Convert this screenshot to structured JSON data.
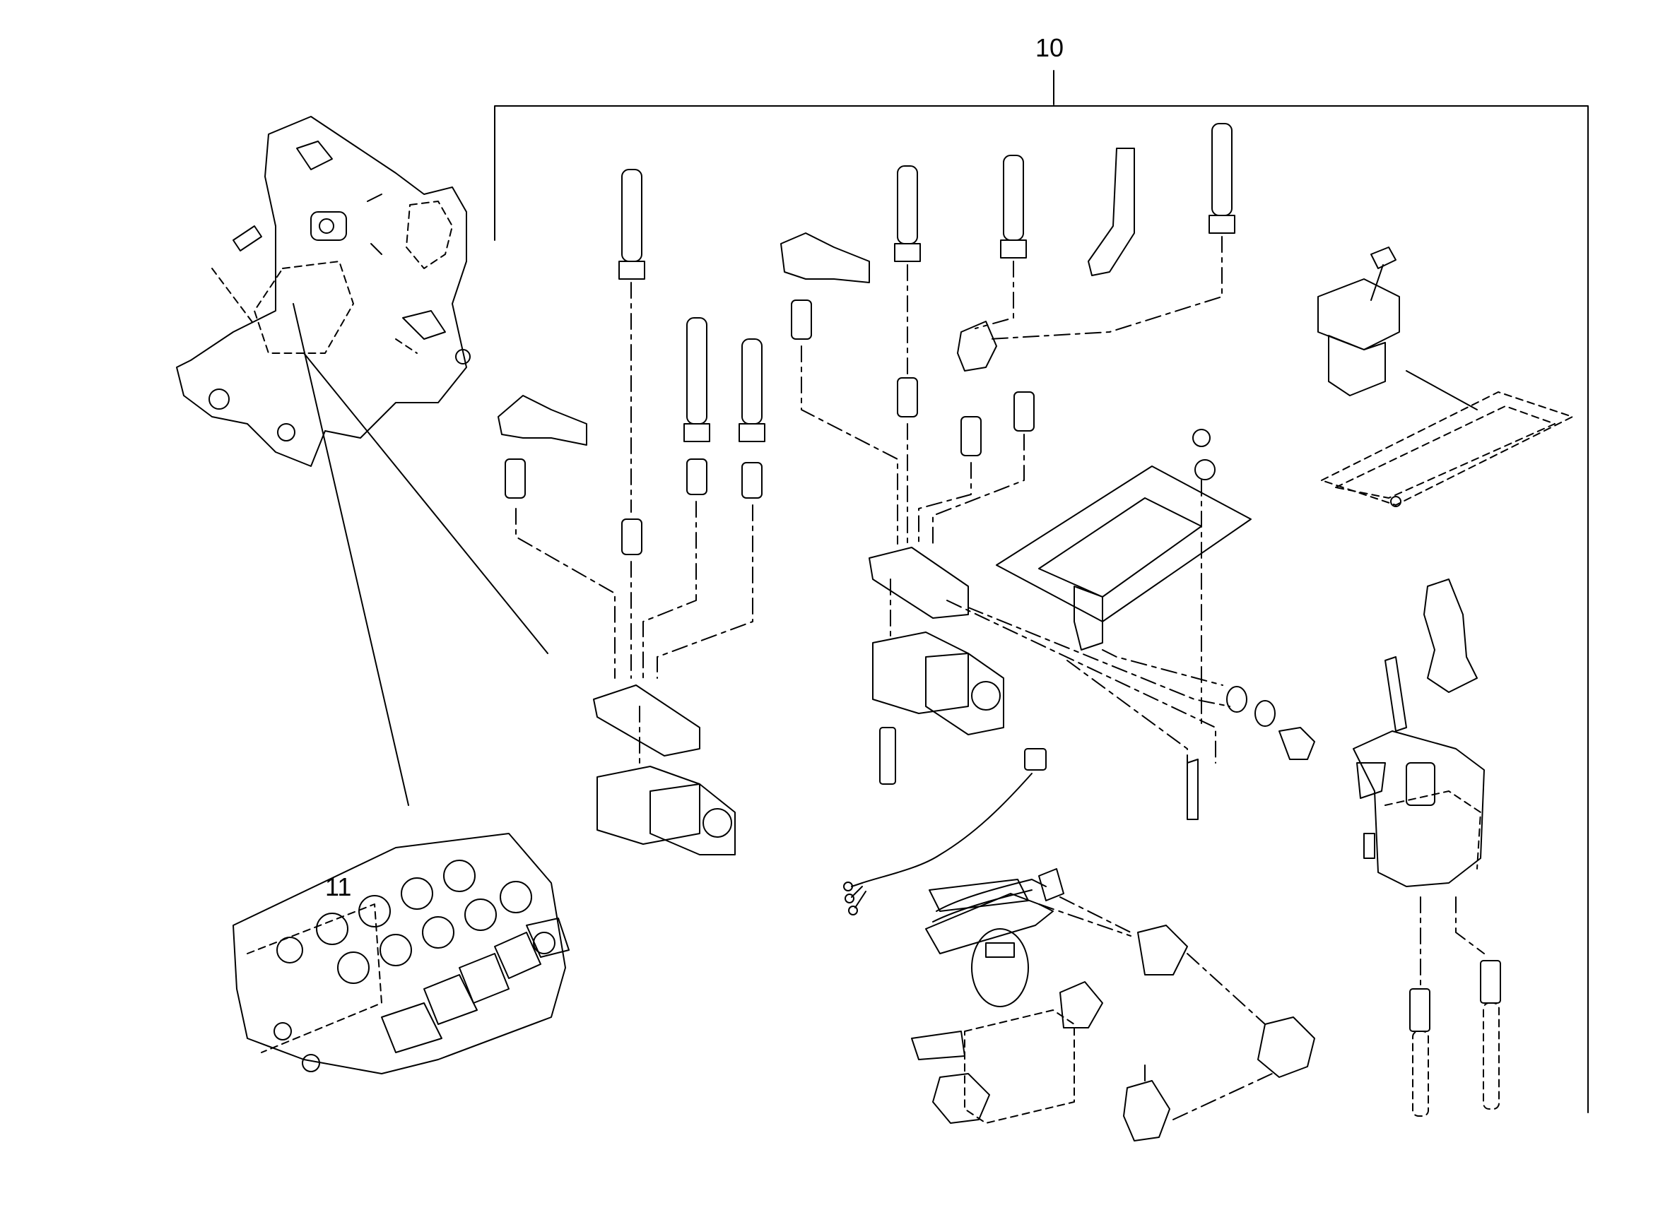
{
  "diagram": {
    "callouts": [
      {
        "id": "10",
        "label": "10"
      },
      {
        "id": "11",
        "label": "11"
      }
    ],
    "colors": {
      "line": "#000000",
      "background": "#ffffff"
    }
  }
}
